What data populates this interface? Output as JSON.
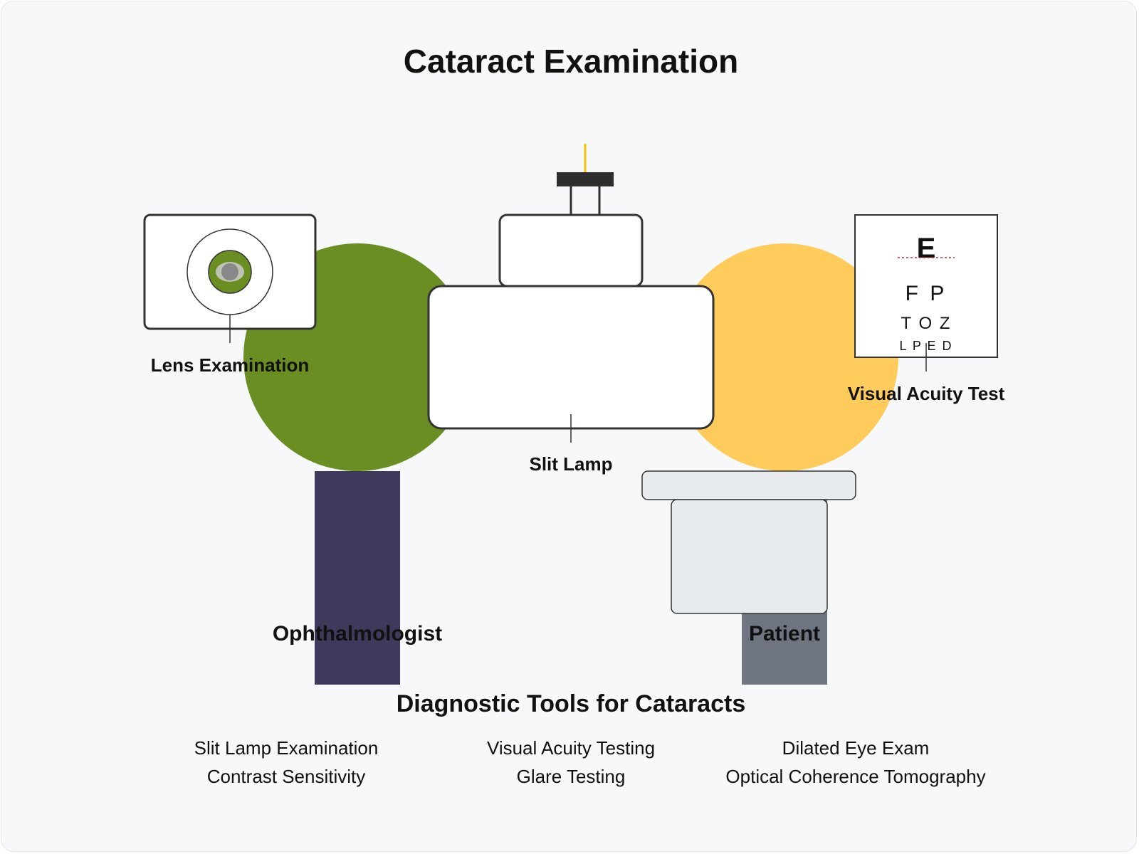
{
  "title": "Cataract Examination",
  "colors": {
    "ophthalmologist_head": "#6b8e23",
    "ophthalmologist_body": "#3f3a5c",
    "patient_head": "#ffcc5c",
    "patient_body": "#6e7580",
    "chair": "#e8ebed",
    "lamp_light": "#f2c200",
    "iris": "#6b8e23",
    "fixation_line": "#e02020"
  },
  "labels": {
    "lens": "Lens Examination",
    "slit_lamp": "Slit Lamp",
    "visual_acuity": "Visual Acuity Test",
    "ophthalmologist": "Ophthalmologist",
    "patient": "Patient"
  },
  "eye_chart": {
    "rows": [
      "E",
      "F P",
      "T O Z",
      "L P E D"
    ]
  },
  "tools": {
    "heading": "Diagnostic Tools for Cataracts",
    "items": [
      "Slit Lamp Examination",
      "Visual Acuity Testing",
      "Dilated Eye Exam",
      "Contrast Sensitivity",
      "Glare Testing",
      "Optical Coherence Tomography"
    ]
  }
}
